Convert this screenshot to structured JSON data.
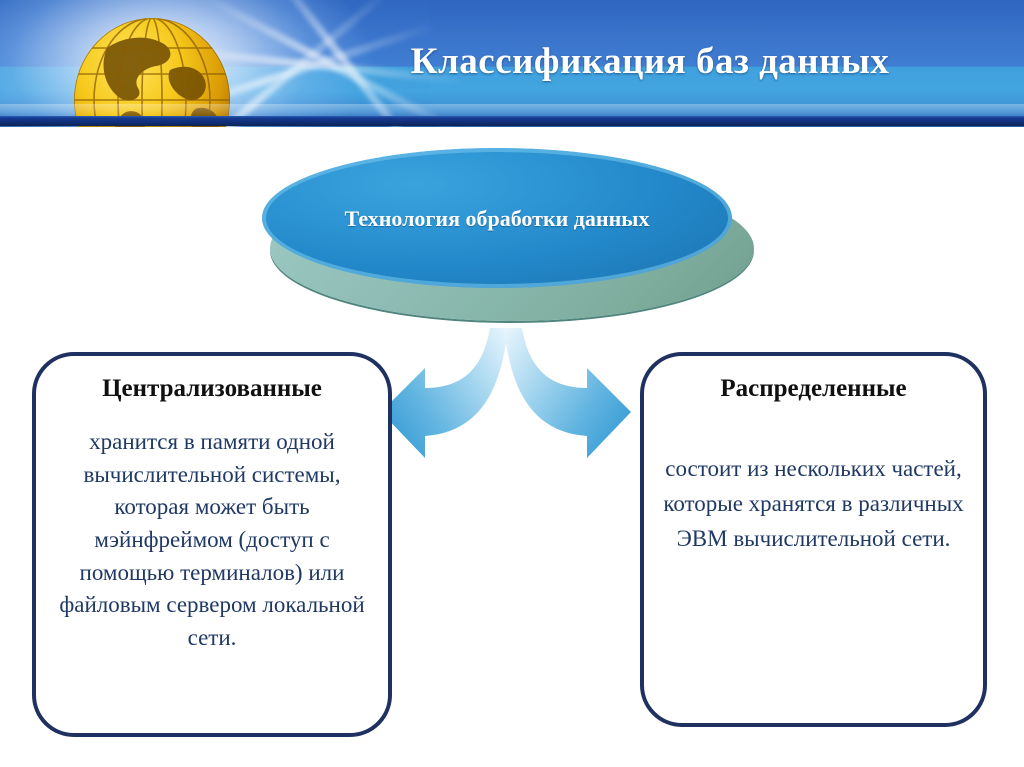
{
  "slide": {
    "title": "Классификация баз данных",
    "background_color": "#ffffff"
  },
  "header": {
    "title": "Классификация баз данных",
    "accent_color": "#3f7ed2",
    "bar_color": "#112f78",
    "globe_icon": "globe-icon",
    "globe_color": "#f2c014"
  },
  "diagram": {
    "root": {
      "label": "Технология обработки данных",
      "shape": "ellipse",
      "fill_color": "#2287c8",
      "base_color": "#8ebcb3",
      "text_color": "#ffffff"
    },
    "connectors": [
      {
        "name": "arrow-left",
        "direction": "left",
        "color": "#4ba6dc"
      },
      {
        "name": "arrow-right",
        "direction": "right",
        "color": "#4ba6dc"
      }
    ],
    "branches": [
      {
        "id": "centralized",
        "title": "Централизованные",
        "body": "хранится в памяти одной вычислительной системы, которая может быть мэйнфреймом (доступ с помощью терминалов) или файловым сервером локальной сети.",
        "border_color": "#1f3160",
        "text_color": "#1f3864"
      },
      {
        "id": "distributed",
        "title": "Распределенные",
        "body": "состоит из нескольких частей, которые хранятся в различных ЭВМ вычислительной сети.",
        "border_color": "#1f3160",
        "text_color": "#1f3864"
      }
    ]
  }
}
